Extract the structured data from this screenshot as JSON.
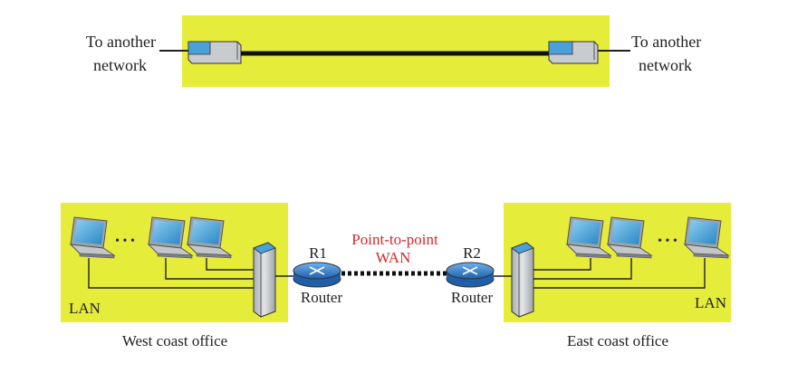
{
  "top": {
    "left_label": [
      "To another",
      "network"
    ],
    "right_label": [
      "To another",
      "network"
    ]
  },
  "bottom": {
    "west": {
      "caption": "West coast office",
      "lan_label": "LAN"
    },
    "east": {
      "caption": "East coast office",
      "lan_label": "LAN"
    },
    "r1": {
      "name": "R1",
      "label": "Router"
    },
    "r2": {
      "name": "R2",
      "label": "Router"
    },
    "wan_label": [
      "Point-to-point",
      "WAN"
    ],
    "ellipsis": "• • •"
  },
  "colors": {
    "panel": "#e6ec3a",
    "wan_text": "#d42a2a",
    "router": "#3b86d8",
    "device_gray": "#c9cccf",
    "device_blue": "#4aa0d8"
  }
}
